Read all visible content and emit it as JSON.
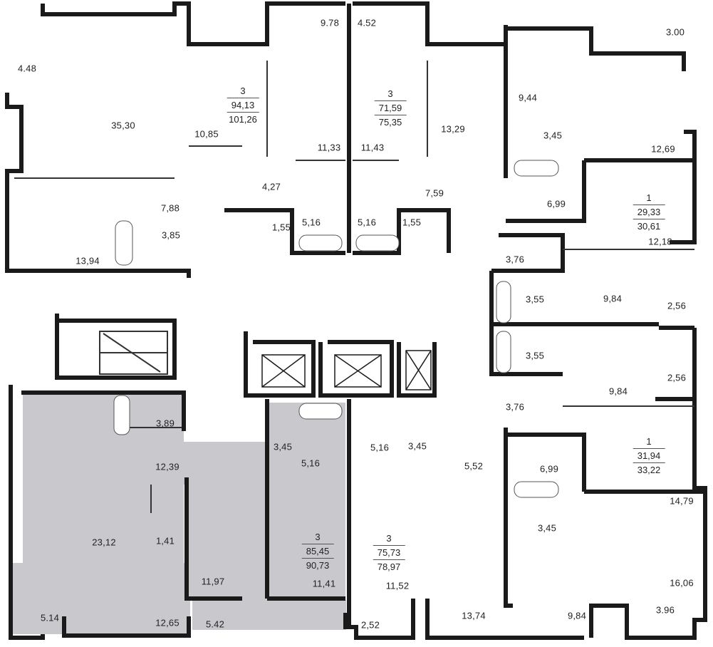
{
  "colors": {
    "wall": "#1a1a1a",
    "highlight": "#c9c8cc",
    "background": "#ffffff"
  },
  "rooms": [
    "9.78",
    "4.52",
    "3.00",
    "4.48",
    "35,30",
    "10,85",
    "11,33",
    "11,43",
    "13,29",
    "9,44",
    "3,45",
    "12,69",
    "4,27",
    "7,88",
    "3,85",
    "1,55",
    "5,16",
    "5,16",
    "1,55",
    "7,59",
    "6,99",
    "13,94",
    "12,18",
    "3,76",
    "3,55",
    "9,84",
    "2,56",
    "3,55",
    "2,56",
    "9,84",
    "3,76",
    "3,89",
    "12,39",
    "3,45",
    "5,16",
    "5,16",
    "3,45",
    "5,52",
    "6,99",
    "3,45",
    "23,12",
    "1,41",
    "16,06",
    "11,97",
    "11,41",
    "11,52",
    "5.14",
    "12,65",
    "5.42",
    "2,52",
    "13,74",
    "9,84",
    "3.96",
    "14,79"
  ],
  "apartments": [
    {
      "rooms": "3",
      "living": "94,13",
      "total": "101,26"
    },
    {
      "rooms": "3",
      "living": "71,59",
      "total": "75,35"
    },
    {
      "rooms": "1",
      "living": "29,33",
      "total": "30,61"
    },
    {
      "rooms": "1",
      "living": "31,94",
      "total": "33,22"
    },
    {
      "rooms": "3",
      "living": "85,45",
      "total": "90,73",
      "highlighted": true
    },
    {
      "rooms": "3",
      "living": "75,73",
      "total": "78,97"
    }
  ]
}
